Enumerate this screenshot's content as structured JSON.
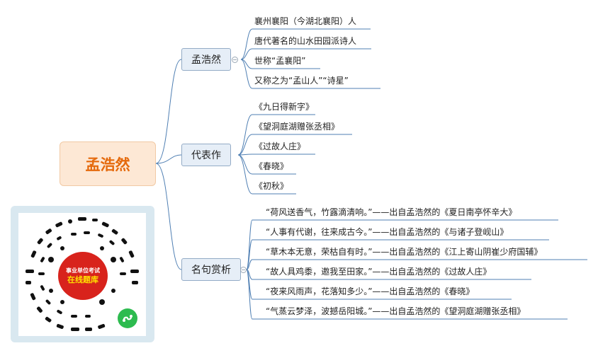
{
  "root": {
    "label": "孟浩然"
  },
  "branches": [
    {
      "label": "孟浩然",
      "items": [
        "襄州襄阳（今湖北襄阳）人",
        "唐代著名的山水田园派诗人",
        "世称“孟襄阳”",
        "又称之为“孟山人”“诗星”"
      ]
    },
    {
      "label": "代表作",
      "items": [
        "《九日得新字》",
        "《望洞庭湖赠张丞相》",
        "《过故人庄》",
        "《春晓》",
        "《初秋》"
      ]
    },
    {
      "label": "名句赏析",
      "items": [
        "“荷风送香气，竹露滴清响。”——出自孟浩然的《夏日南亭怀辛大》",
        "“人事有代谢，往来成古今。”——出自孟浩然的《与诸子登岘山》",
        "“草木本无意，荣枯自有时。”——出自孟浩然的《江上寄山阴崔少府国辅》",
        "“故人具鸡黍，邀我至田家。”——出自孟浩然的《过故人庄》",
        "“夜来风雨声，花落知多少。”——出自孟浩然的《春晓》",
        "“气蒸云梦泽，波撼岳阳城。”——出自孟浩然的《望洞庭湖赠张丞相》"
      ]
    }
  ],
  "promo": {
    "top_text": "事业单位考试",
    "main_text": "在线题库"
  },
  "colors": {
    "root_text": "#e56a0c",
    "root_fill": "#fde8d5",
    "branch_fill": "#e6eef7",
    "line": "#4f7fb3"
  }
}
